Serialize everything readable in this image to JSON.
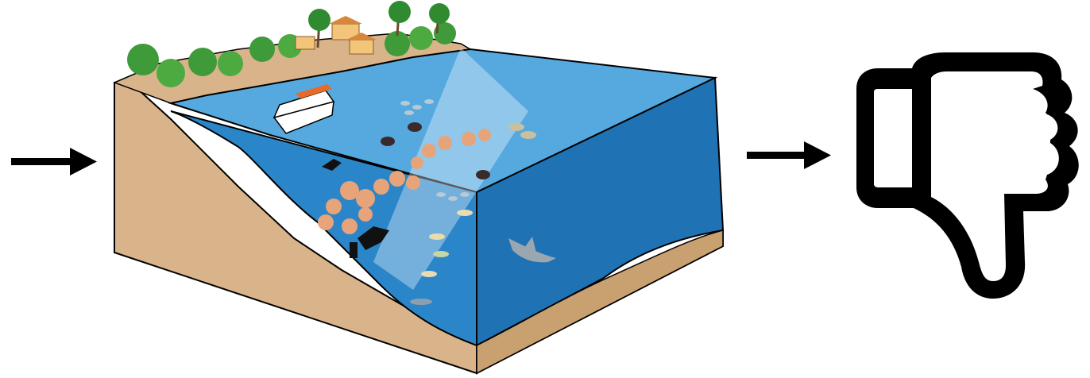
{
  "diagram": {
    "flow": [
      "input-arrow",
      "reef-block-diagram",
      "output-arrow",
      "thumbs-down-icon"
    ],
    "colors": {
      "arrow": "#000000",
      "sand": "#d9b48a",
      "sand_dark": "#c9a070",
      "water_top": "#3f9bd6",
      "water_front": "#2a86c8",
      "water_side": "#1f72b4",
      "coral": "#e7a47a",
      "vegetation": "#3f9a3a",
      "icon": "#000000"
    },
    "icons": {
      "result": "thumbs-down-icon",
      "input": "arrow-right-icon",
      "output": "arrow-right-icon"
    }
  }
}
